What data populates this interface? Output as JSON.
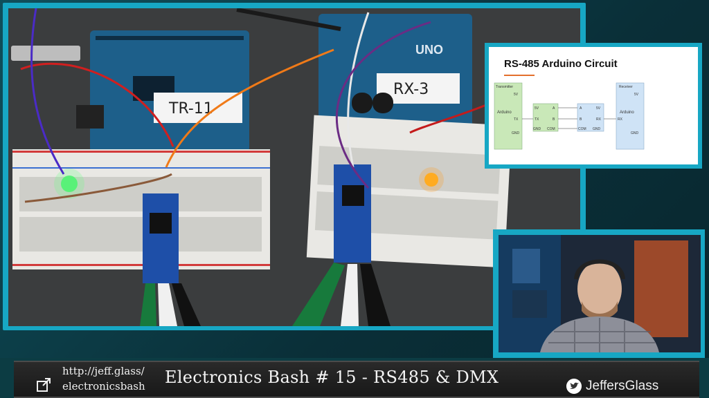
{
  "overlay": {
    "url_line1": "http://jeff.glass/",
    "url_line2": "electronicsbash",
    "show_title": "Electronics Bash # 15   - RS485 & DMX",
    "social_handle": "JeffersGlass"
  },
  "camera": {
    "board_left_label": "TR-11",
    "board_right_label": "RX-3",
    "board_right_brand": "UNO"
  },
  "slide": {
    "title": "RS-485 Arduino Circuit",
    "transmitter_label": "Transmitter",
    "receiver_label": "Receiver",
    "arduino_label": "Arduino",
    "pin_5v": "5V",
    "pin_tx": "TX",
    "pin_rx": "RX",
    "pin_gnd": "GND",
    "pin_a": "A",
    "pin_b": "B",
    "pin_com": "COM"
  },
  "colors": {
    "frame_accent": "#17a7c4",
    "slide_underline": "#e36f2c",
    "green_box": "#c9e8b8",
    "blue_box": "#cfe3f6"
  },
  "icons": [
    "external-link-icon",
    "twitter-icon"
  ]
}
